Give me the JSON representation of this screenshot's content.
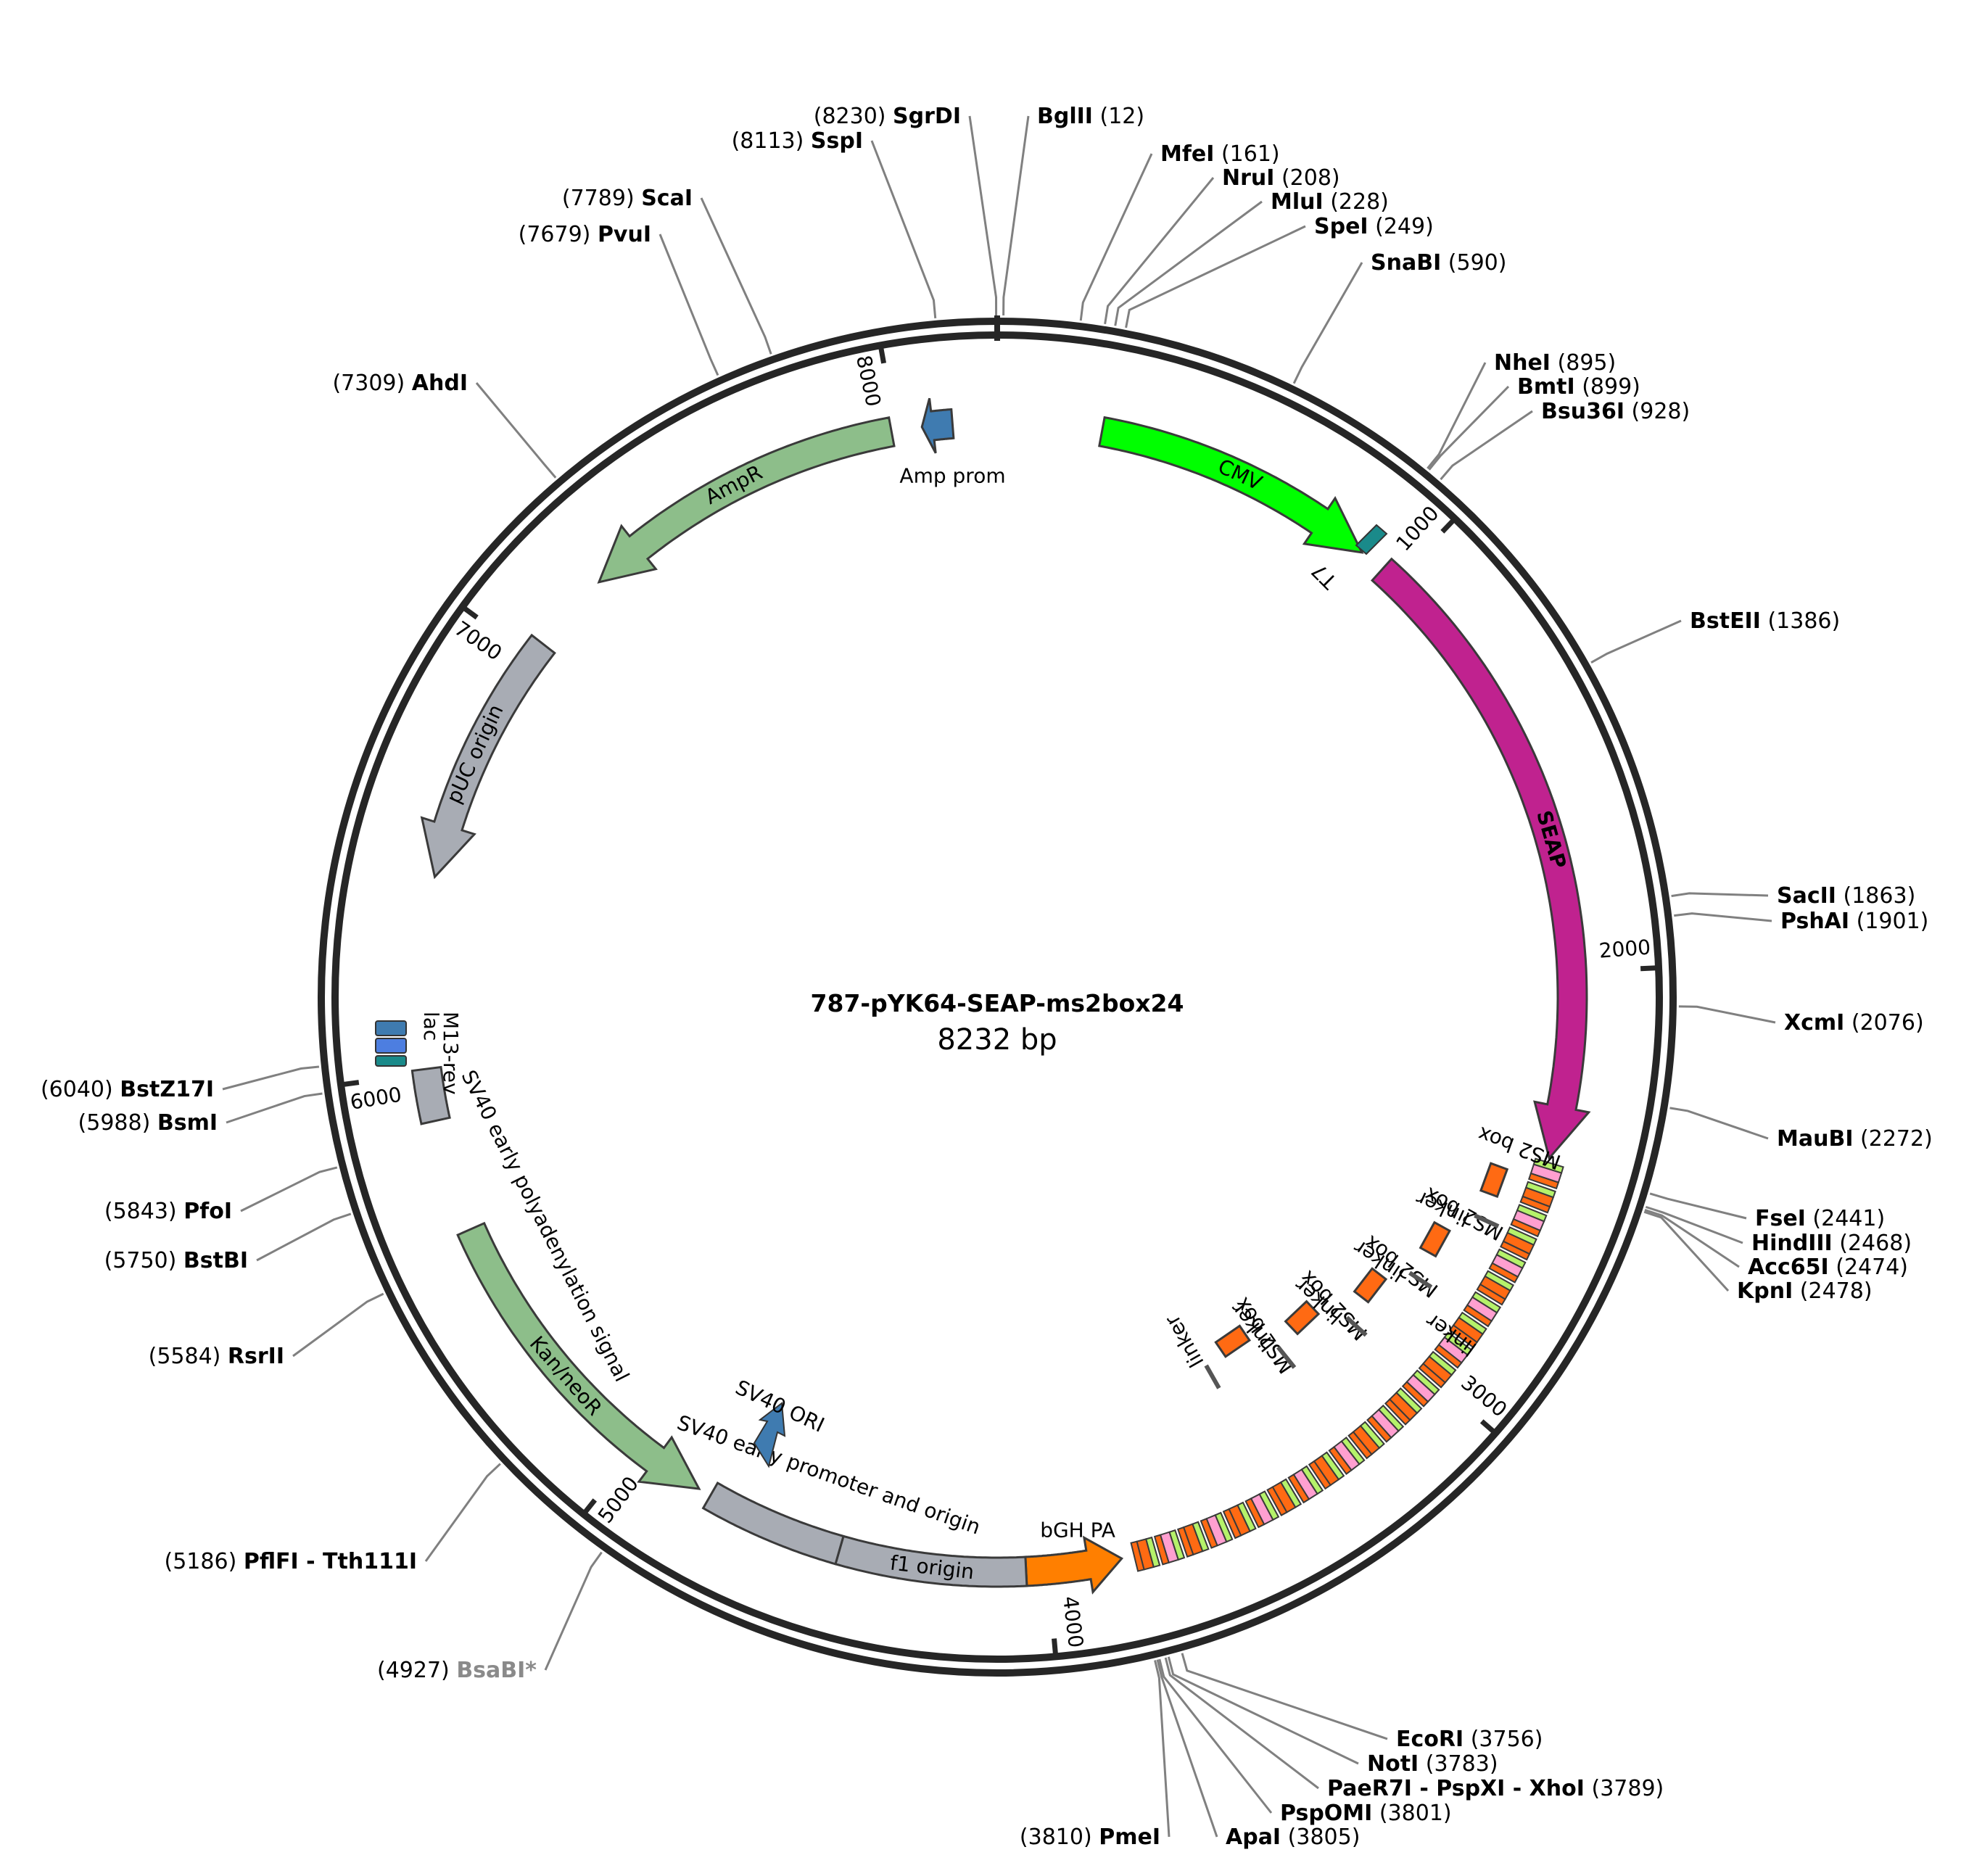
{
  "plasmid": {
    "name": "787-pYK64-SEAP-ms2box24",
    "size_label": "8232 bp",
    "length": 8232
  },
  "ticks": [
    {
      "pos": 1000,
      "label": "1000"
    },
    {
      "pos": 2000,
      "label": "2000"
    },
    {
      "pos": 3000,
      "label": "3000"
    },
    {
      "pos": 4000,
      "label": "4000"
    },
    {
      "pos": 5000,
      "label": "5000"
    },
    {
      "pos": 6000,
      "label": "6000"
    },
    {
      "pos": 7000,
      "label": "7000"
    },
    {
      "pos": 8000,
      "label": "8000"
    }
  ],
  "enzymes": [
    {
      "name": "BglII",
      "pos": 12,
      "pos_label": "(12)",
      "side": "right"
    },
    {
      "name": "MfeI",
      "pos": 161,
      "pos_label": "(161)",
      "side": "right"
    },
    {
      "name": "NruI",
      "pos": 208,
      "pos_label": "(208)",
      "side": "right"
    },
    {
      "name": "MluI",
      "pos": 228,
      "pos_label": "(228)",
      "side": "right"
    },
    {
      "name": "SpeI",
      "pos": 249,
      "pos_label": "(249)",
      "side": "right"
    },
    {
      "name": "SnaBI",
      "pos": 590,
      "pos_label": "(590)",
      "side": "right"
    },
    {
      "name": "NheI",
      "pos": 895,
      "pos_label": "(895)",
      "side": "right"
    },
    {
      "name": "BmtI",
      "pos": 899,
      "pos_label": "(899)",
      "side": "right"
    },
    {
      "name": "Bsu36I",
      "pos": 928,
      "pos_label": "(928)",
      "side": "right"
    },
    {
      "name": "BstEII",
      "pos": 1386,
      "pos_label": "(1386)",
      "side": "right"
    },
    {
      "name": "SacII",
      "pos": 1863,
      "pos_label": "(1863)",
      "side": "right"
    },
    {
      "name": "PshAI",
      "pos": 1901,
      "pos_label": "(1901)",
      "side": "right"
    },
    {
      "name": "XcmI",
      "pos": 2076,
      "pos_label": "(2076)",
      "side": "right"
    },
    {
      "name": "MauBI",
      "pos": 2272,
      "pos_label": "(2272)",
      "side": "right"
    },
    {
      "name": "FseI",
      "pos": 2441,
      "pos_label": "(2441)",
      "side": "right"
    },
    {
      "name": "HindIII",
      "pos": 2468,
      "pos_label": "(2468)",
      "side": "right"
    },
    {
      "name": "Acc65I",
      "pos": 2474,
      "pos_label": "(2474)",
      "side": "right"
    },
    {
      "name": "KpnI",
      "pos": 2478,
      "pos_label": "(2478)",
      "side": "right"
    },
    {
      "name": "EcoRI",
      "pos": 3756,
      "pos_label": "(3756)",
      "side": "right"
    },
    {
      "name": "NotI",
      "pos": 3783,
      "pos_label": "(3783)",
      "side": "right"
    },
    {
      "name": "PaeR7I - PspXI - XhoI",
      "pos": 3789,
      "pos_label": "(3789)",
      "side": "right"
    },
    {
      "name": "PspOMI",
      "pos": 3801,
      "pos_label": "(3801)",
      "side": "right"
    },
    {
      "name": "ApaI",
      "pos": 3805,
      "pos_label": "(3805)",
      "side": "right"
    },
    {
      "name": "PmeI",
      "pos": 3810,
      "pos_label": "(3810)",
      "side": "left"
    },
    {
      "name": "BsaBI*",
      "pos": 4927,
      "pos_label": "(4927)",
      "side": "left",
      "grey": true
    },
    {
      "name": "PflFI - Tth111I",
      "pos": 5186,
      "pos_label": "(5186)",
      "side": "left"
    },
    {
      "name": "RsrII",
      "pos": 5584,
      "pos_label": "(5584)",
      "side": "left"
    },
    {
      "name": "BstBI",
      "pos": 5750,
      "pos_label": "(5750)",
      "side": "left"
    },
    {
      "name": "PfoI",
      "pos": 5843,
      "pos_label": "(5843)",
      "side": "left"
    },
    {
      "name": "BsmI",
      "pos": 5988,
      "pos_label": "(5988)",
      "side": "left"
    },
    {
      "name": "BstZ17I",
      "pos": 6040,
      "pos_label": "(6040)",
      "side": "left"
    },
    {
      "name": "AhdI",
      "pos": 7309,
      "pos_label": "(7309)",
      "side": "left"
    },
    {
      "name": "PvuI",
      "pos": 7679,
      "pos_label": "(7679)",
      "side": "left"
    },
    {
      "name": "ScaI",
      "pos": 7789,
      "pos_label": "(7789)",
      "side": "left"
    },
    {
      "name": "SspI",
      "pos": 8113,
      "pos_label": "(8113)",
      "side": "left"
    },
    {
      "name": "SgrDI",
      "pos": 8230,
      "pos_label": "(8230)",
      "side": "left"
    }
  ],
  "features": [
    {
      "name": "CMV",
      "start": 240,
      "end": 900,
      "color": "#00ff00",
      "dir": 1
    },
    {
      "name": "SEAP",
      "start": 960,
      "end": 2430,
      "color": "#c0228f",
      "dir": 1,
      "label_color": "#ffffff"
    },
    {
      "name": "bGH PA",
      "start": 3830,
      "end": 4050,
      "color": "#ff7f00",
      "dir": -1
    },
    {
      "name": "f1 origin",
      "start": 4050,
      "end": 4480,
      "color": "#a8acb4",
      "dir": 0
    },
    {
      "name": "SV40 early promoter and origin",
      "start": 4480,
      "end": 4800,
      "color": "#a8acb4",
      "dir": 0
    },
    {
      "name": "Kan/neoR",
      "start": 4830,
      "end": 5630,
      "color": "#8dbe8a",
      "dir": -1
    },
    {
      "name": "SV40 early polyadenylation signal",
      "start": 5890,
      "end": 6010,
      "color": "#a8acb4",
      "dir": 0
    },
    {
      "name": "pUC origin",
      "start": 6450,
      "end": 7040,
      "color": "#a8acb4",
      "dir": -1
    },
    {
      "name": "AmpR",
      "start": 7230,
      "end": 7990,
      "color": "#8dbe8a",
      "dir": -1
    },
    {
      "name": "Amp prom",
      "start": 8060,
      "end": 8130,
      "color": "#3f7bb0",
      "dir": -1
    }
  ],
  "small_features": [
    {
      "name": "T7",
      "pos": 925,
      "color": "#1a8a8a"
    },
    {
      "name": "M13-rev",
      "pos": 6180,
      "color": "#3f7bb0"
    },
    {
      "name": "lac",
      "pos": 6155,
      "color": "#4d7ee0"
    },
    {
      "name": "SV40 ORI",
      "pos": 0,
      "color": "#3f7bb0"
    }
  ],
  "repeat_labels": {
    "ms2": "MS2 box",
    "linker": "linker"
  },
  "colors": {
    "backbone": "#262626",
    "leader": "#808080",
    "ms2_orange": "#ff6a13",
    "linker_pink": "#ff9fd0",
    "linker_green": "#b5f26a"
  }
}
